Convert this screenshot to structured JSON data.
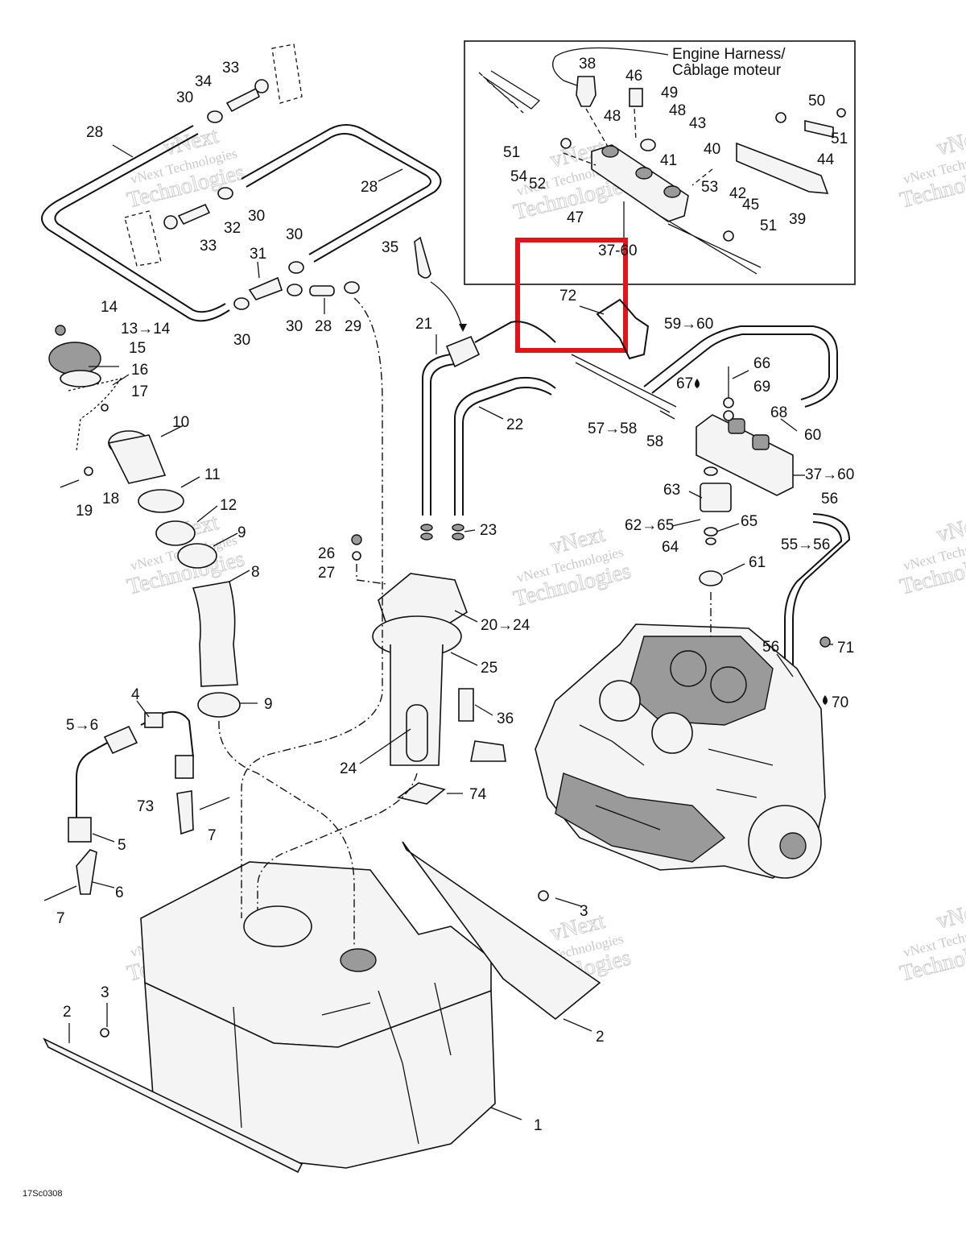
{
  "inset": {
    "title_line1": "Engine Harness/",
    "title_line2": "Câblage moteur"
  },
  "watermark": {
    "line1": "vNext",
    "line2": "vNext Technologies",
    "line3": "Technologies"
  },
  "highlight": {
    "color": "#e0141b",
    "target_label": "72"
  },
  "figure_code": "17Sc0308",
  "callouts": [
    "1",
    "2",
    "2",
    "3",
    "3",
    "4",
    "5→6",
    "5",
    "6",
    "7",
    "7",
    "8",
    "9",
    "9",
    "10",
    "11",
    "12",
    "13→14",
    "14",
    "15",
    "16",
    "17",
    "18",
    "19",
    "20→24",
    "21",
    "22",
    "23",
    "24",
    "25",
    "26",
    "27",
    "28",
    "28",
    "28",
    "29",
    "30",
    "30",
    "30",
    "30",
    "30",
    "31",
    "32",
    "33",
    "33",
    "34",
    "35",
    "36",
    "37→60",
    "37-60",
    "38",
    "39",
    "40",
    "41",
    "42",
    "43",
    "44",
    "45",
    "46",
    "47",
    "48",
    "48",
    "49",
    "50",
    "51",
    "51",
    "51",
    "52",
    "53",
    "54",
    "55→56",
    "56",
    "56",
    "57→58",
    "58",
    "59→60",
    "60",
    "61",
    "62→65",
    "63",
    "64",
    "65",
    "66",
    "67",
    "68",
    "69",
    "70",
    "71",
    "72",
    "73",
    "74"
  ]
}
